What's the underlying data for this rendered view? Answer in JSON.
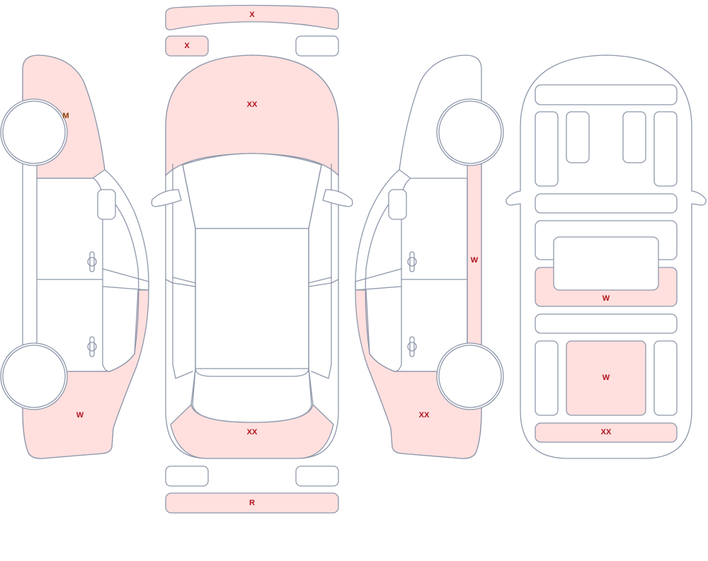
{
  "colors": {
    "outline": "#8e97ab",
    "damage_fill": "#ffe0de",
    "label_red": "#b1121d",
    "label_brown": "#8b3a00"
  },
  "labels": {
    "front_bumper": "X",
    "front_left_plate": "X",
    "hood": "XX",
    "rear_bumper_top": "XX",
    "rear_bumper": "R",
    "left_front_fender": "M",
    "left_rear_quarter": "W",
    "right_rocker": "W",
    "right_rear_quarter": "XX",
    "interior_rear_bench": "W",
    "interior_cargo": "W",
    "interior_rear_panel": "XX"
  }
}
